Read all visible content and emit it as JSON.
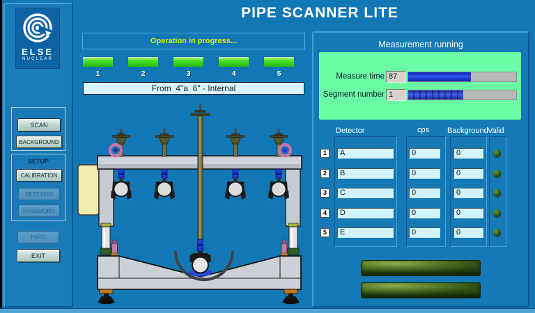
{
  "window": {
    "title": "PIPE SCANNER LITE"
  },
  "sidebar": {
    "logo": {
      "line1": "ELSE",
      "line2": "NUCLEAR"
    },
    "buttons": {
      "scan": "SCAN",
      "background": "BACKGROUND",
      "setup_label": "SETUP",
      "calibration": "CALIBRATION",
      "settings": "SETTINGS",
      "password": "PASSWORD",
      "info": "INFO",
      "exit": "EXIT"
    }
  },
  "status": {
    "message": "Operation in progress...",
    "segment_ids": [
      "1",
      "2",
      "3",
      "4",
      "5"
    ],
    "segments_on": [
      true,
      true,
      true,
      true,
      true
    ],
    "range_label": "From  4\"a  6\" - Internal"
  },
  "measurement": {
    "title": "Measurement running",
    "measure_time": {
      "label": "Measure time",
      "value": "87",
      "progress_pct": 58
    },
    "segment_number": {
      "label": "Segment number",
      "value": "1",
      "progress_pct": 51
    }
  },
  "detectors": {
    "headers": {
      "detector": "Detector",
      "cps": "cps",
      "background": "Background",
      "valid": "Valid"
    },
    "rows": [
      {
        "num": "1",
        "name": "A",
        "cps": "0",
        "background": "0",
        "valid": false
      },
      {
        "num": "2",
        "name": "B",
        "cps": "0",
        "background": "0",
        "valid": false
      },
      {
        "num": "3",
        "name": "C",
        "cps": "0",
        "background": "0",
        "valid": false
      },
      {
        "num": "4",
        "name": "D",
        "cps": "0",
        "background": "0",
        "valid": false
      },
      {
        "num": "5",
        "name": "E",
        "cps": "0",
        "background": "0",
        "valid": false
      }
    ],
    "indicator_bars_on": [
      false,
      false
    ]
  },
  "colors": {
    "background_blue": "#1277b5",
    "mint_panel": "#6bfba4",
    "segment_led_green": "#3cd41c",
    "progress_blue": "#2e55ec",
    "status_text_yellow": "#e7ee00",
    "valid_led_off_green": "#2c5816",
    "indicator_bar_olive": "#2c4a12"
  }
}
